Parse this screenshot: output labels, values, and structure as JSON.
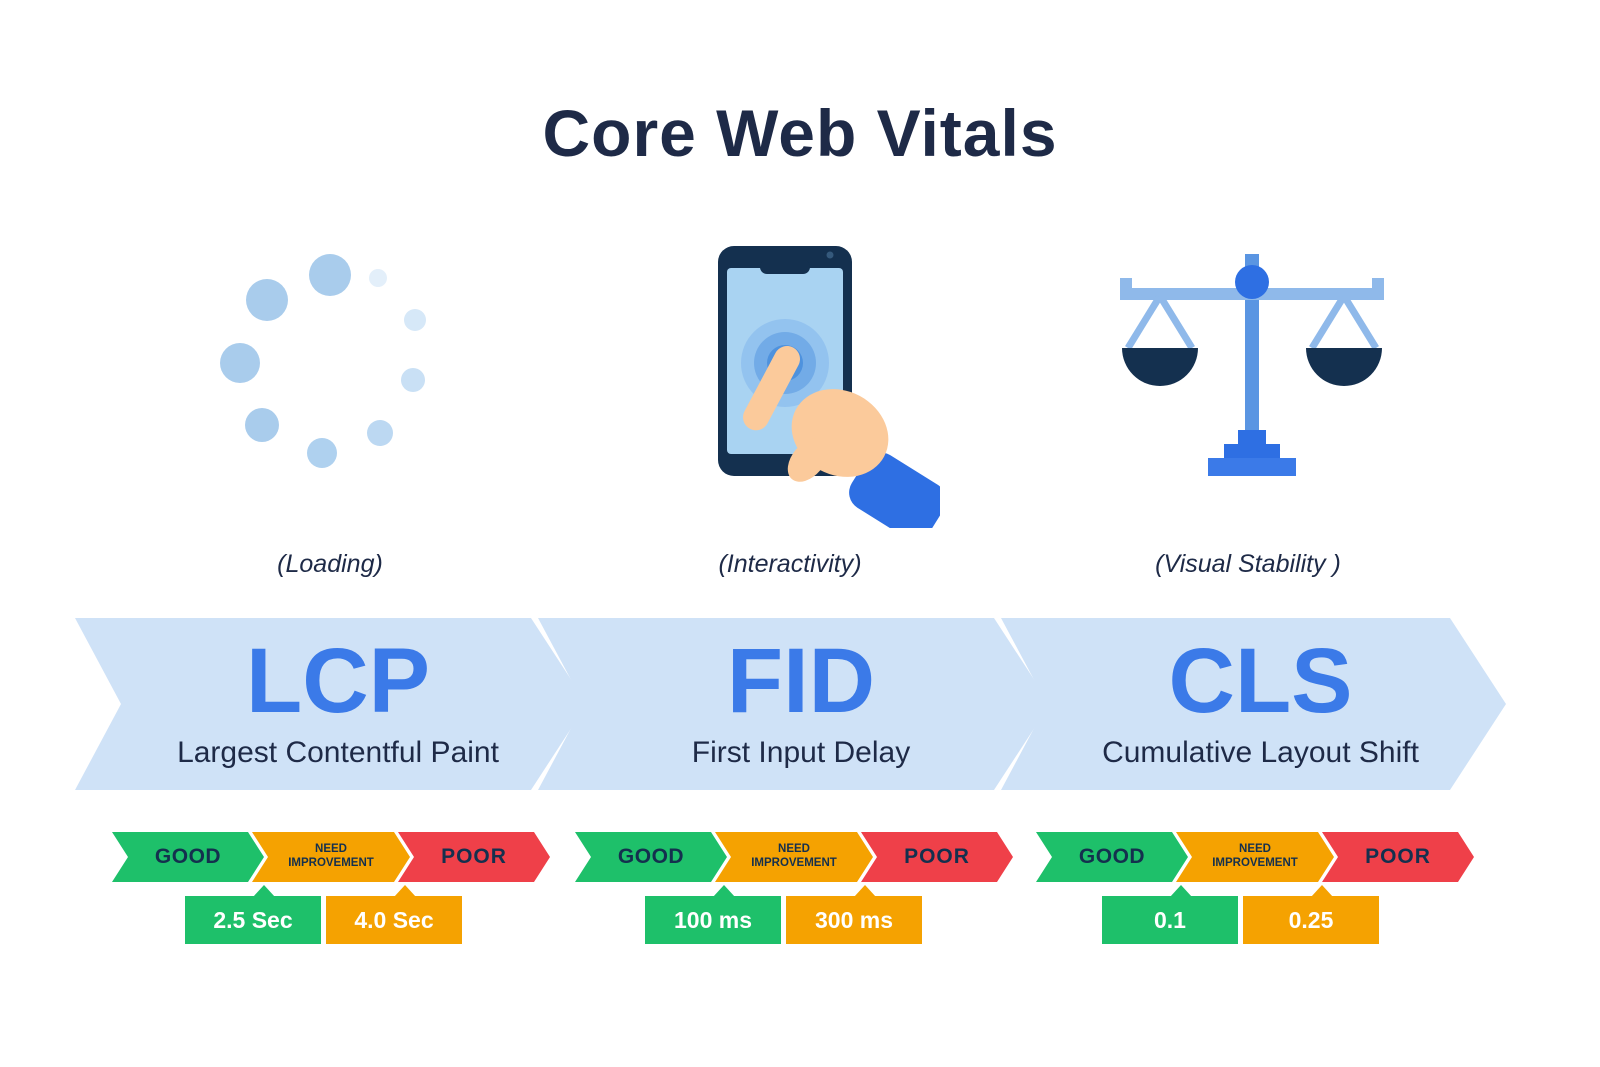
{
  "title": "Core Web Vitals",
  "colors": {
    "navy": "#1E2A47",
    "accent_blue": "#3B7AE8",
    "banner_blue": "#CFE2F7",
    "good_green": "#1EC06A",
    "need_orange": "#F5A201",
    "poor_red": "#EF4049"
  },
  "scale_labels": {
    "good": "GOOD",
    "need": "NEED IMPROVEMENT",
    "poor": "POOR"
  },
  "metrics": [
    {
      "abbr": "LCP",
      "name": "Largest Contentful Paint",
      "caption": "(Loading)",
      "icon": "loading-spinner-icon",
      "good_threshold": "2.5 Sec",
      "need_threshold": "4.0 Sec"
    },
    {
      "abbr": "FID",
      "name": "First Input Delay",
      "caption": "(Interactivity)",
      "icon": "tap-interaction-icon",
      "good_threshold": "100 ms",
      "need_threshold": "300 ms"
    },
    {
      "abbr": "CLS",
      "name": "Cumulative Layout Shift",
      "caption": "(Visual Stability )",
      "icon": "balance-scale-icon",
      "good_threshold": "0.1",
      "need_threshold": "0.25"
    }
  ]
}
